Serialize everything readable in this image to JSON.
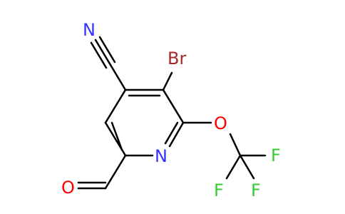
{
  "structure": {
    "atoms": {
      "n_nitrile": "N",
      "br": "Br",
      "o_ether": "O",
      "n_ring": "N",
      "f_top": "F",
      "f_left": "F",
      "f_right": "F",
      "o_aldehyde": "O"
    },
    "colors": {
      "nitrogen": "#3333ff",
      "bromine": "#a52a2a",
      "oxygen": "#ff0000",
      "fluorine": "#33cc33",
      "carbon": "#000000"
    }
  }
}
